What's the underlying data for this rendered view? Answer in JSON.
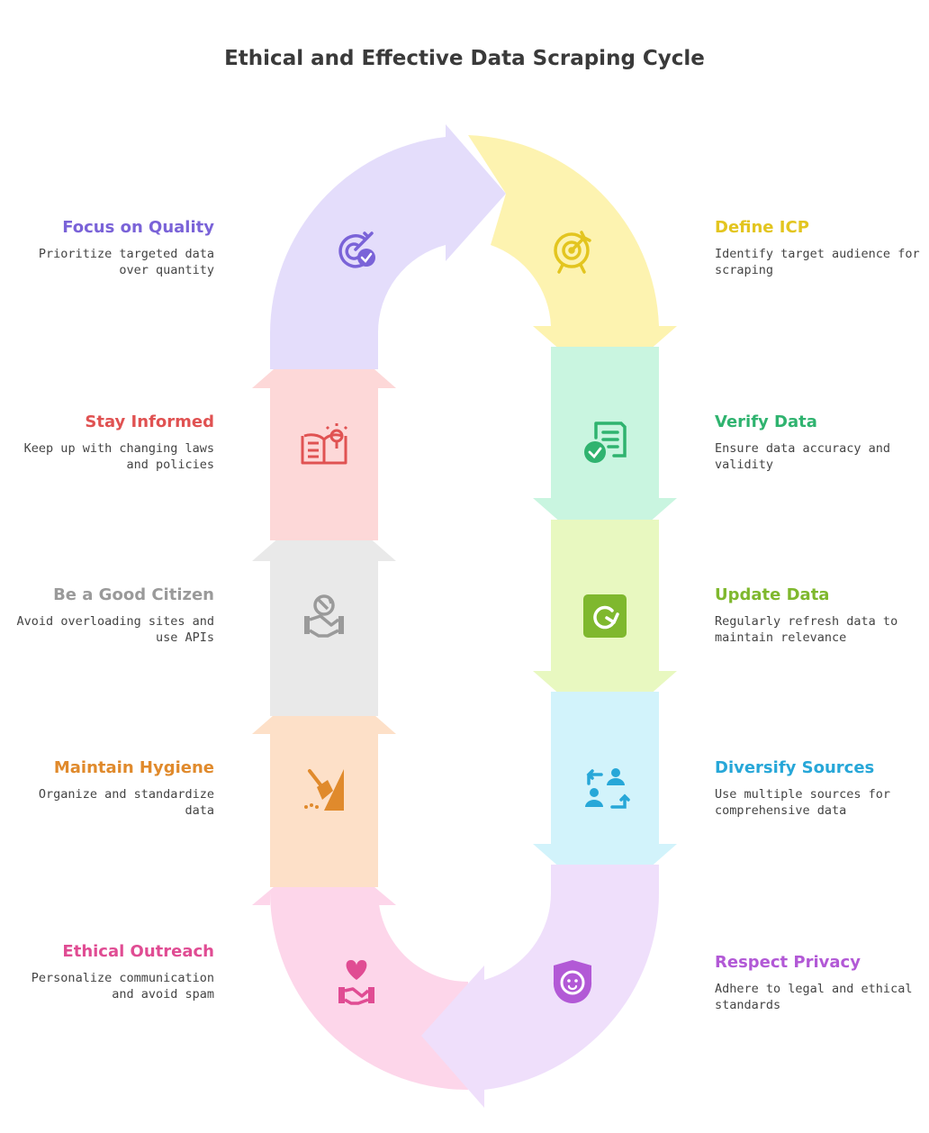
{
  "title": "Ethical and Effective Data Scraping Cycle",
  "colors": {
    "focus_on_quality": "#7a63d8",
    "define_icp": "#e3c51f",
    "verify_data": "#2fb36f",
    "update_data": "#7fb82e",
    "diversify_sources": "#27a7d8",
    "respect_privacy": "#b259d6",
    "ethical_outreach": "#e04c93",
    "maintain_hygiene": "#e08a2c",
    "be_a_good_citizen": "#9a9a9a",
    "stay_informed": "#e05252"
  },
  "steps": {
    "focus_on_quality": {
      "title": "Focus on Quality",
      "desc": "Prioritize targeted data over quantity",
      "icon": "target-check-icon"
    },
    "define_icp": {
      "title": "Define ICP",
      "desc": "Identify target audience for scraping",
      "icon": "target-icon"
    },
    "verify_data": {
      "title": "Verify Data",
      "desc": "Ensure data accuracy and validity",
      "icon": "document-check-icon"
    },
    "update_data": {
      "title": "Update Data",
      "desc": "Regularly refresh data to maintain relevance",
      "icon": "refresh-icon"
    },
    "diversify_sources": {
      "title": "Diversify Sources",
      "desc": "Use multiple sources for comprehensive data",
      "icon": "exchange-users-icon"
    },
    "respect_privacy": {
      "title": "Respect Privacy",
      "desc": "Adhere to legal and ethical standards",
      "icon": "shield-face-icon"
    },
    "ethical_outreach": {
      "title": "Ethical Outreach",
      "desc": "Personalize communication and avoid spam",
      "icon": "heart-handshake-icon"
    },
    "maintain_hygiene": {
      "title": "Maintain Hygiene",
      "desc": "Organize and standardize data",
      "icon": "broom-icon"
    },
    "be_a_good_citizen": {
      "title": "Be a Good Citizen",
      "desc": "Avoid overloading sites and use APIs",
      "icon": "globe-handshake-icon"
    },
    "stay_informed": {
      "title": "Stay Informed",
      "desc": "Keep up with changing laws and policies",
      "icon": "book-bulb-icon"
    }
  }
}
